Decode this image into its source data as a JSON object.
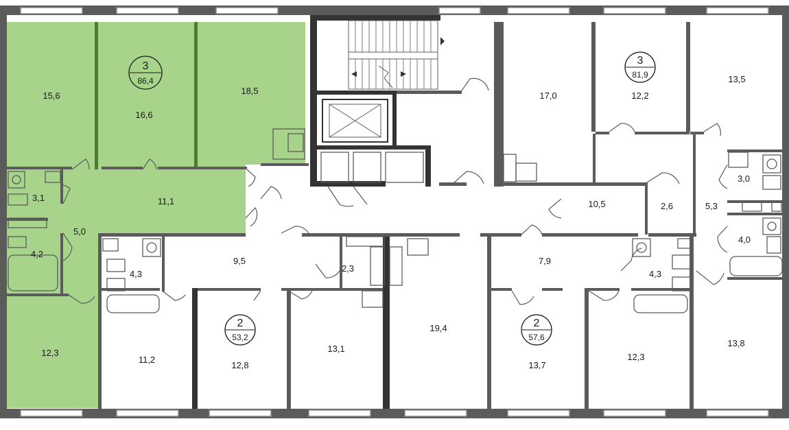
{
  "colors": {
    "highlight": "#a8d38a",
    "wall": "#5b5b5b",
    "wall_dark": "#333333",
    "highlight_wall": "#4f7d2f"
  },
  "apartments": [
    {
      "id": "apt-west-3",
      "rooms": "3",
      "area": "86,4"
    },
    {
      "id": "apt-north-3",
      "rooms": "3",
      "area": "81,9"
    },
    {
      "id": "apt-south-2a",
      "rooms": "2",
      "area": "53,2"
    },
    {
      "id": "apt-south-2b",
      "rooms": "2",
      "area": "57,6"
    }
  ],
  "room_areas": [
    "15,6",
    "16,6",
    "18,5",
    "3,1",
    "5,0",
    "11,1",
    "4,2",
    "12,3",
    "17,0",
    "12,2",
    "13,5",
    "3,0",
    "10,5",
    "2,6",
    "5,3",
    "4,0",
    "9,5",
    "4,3",
    "2,3",
    "11,2",
    "12,8",
    "13,1",
    "19,4",
    "7,9",
    "4,3",
    "13,7",
    "12,3",
    "13,8"
  ]
}
